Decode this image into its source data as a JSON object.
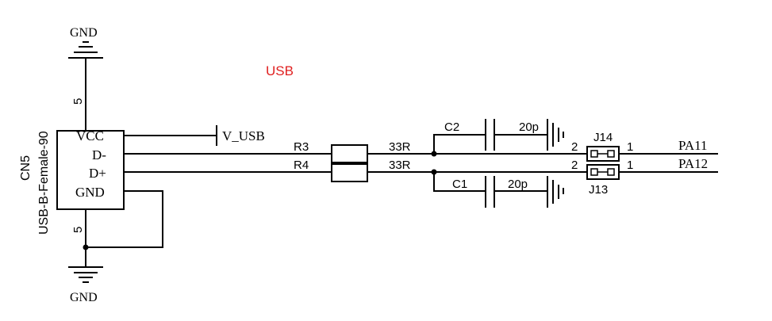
{
  "diagram": {
    "title": "USB",
    "title_color": "#e02020",
    "ink_color": "#000000",
    "connector": {
      "ref": "CN5",
      "part": "USB-B-Female-90",
      "pins": [
        "VCC",
        "D-",
        "D+",
        "GND"
      ],
      "shield_pin_top": "5",
      "shield_pin_bottom": "5"
    },
    "power": {
      "gnd_top": "GND",
      "gnd_bottom": "GND",
      "vusb": "V_USB"
    },
    "resistors": [
      {
        "ref": "R3",
        "value": "33R"
      },
      {
        "ref": "R4",
        "value": "33R"
      }
    ],
    "capacitors": [
      {
        "ref": "C2",
        "value": "20p"
      },
      {
        "ref": "C1",
        "value": "20p"
      }
    ],
    "jumpers": [
      {
        "ref": "J14",
        "pin_a": "2",
        "pin_b": "1"
      },
      {
        "ref": "J13",
        "pin_a": "2",
        "pin_b": "1"
      }
    ],
    "nets": {
      "out_top": "PA11",
      "out_bottom": "PA12"
    }
  }
}
